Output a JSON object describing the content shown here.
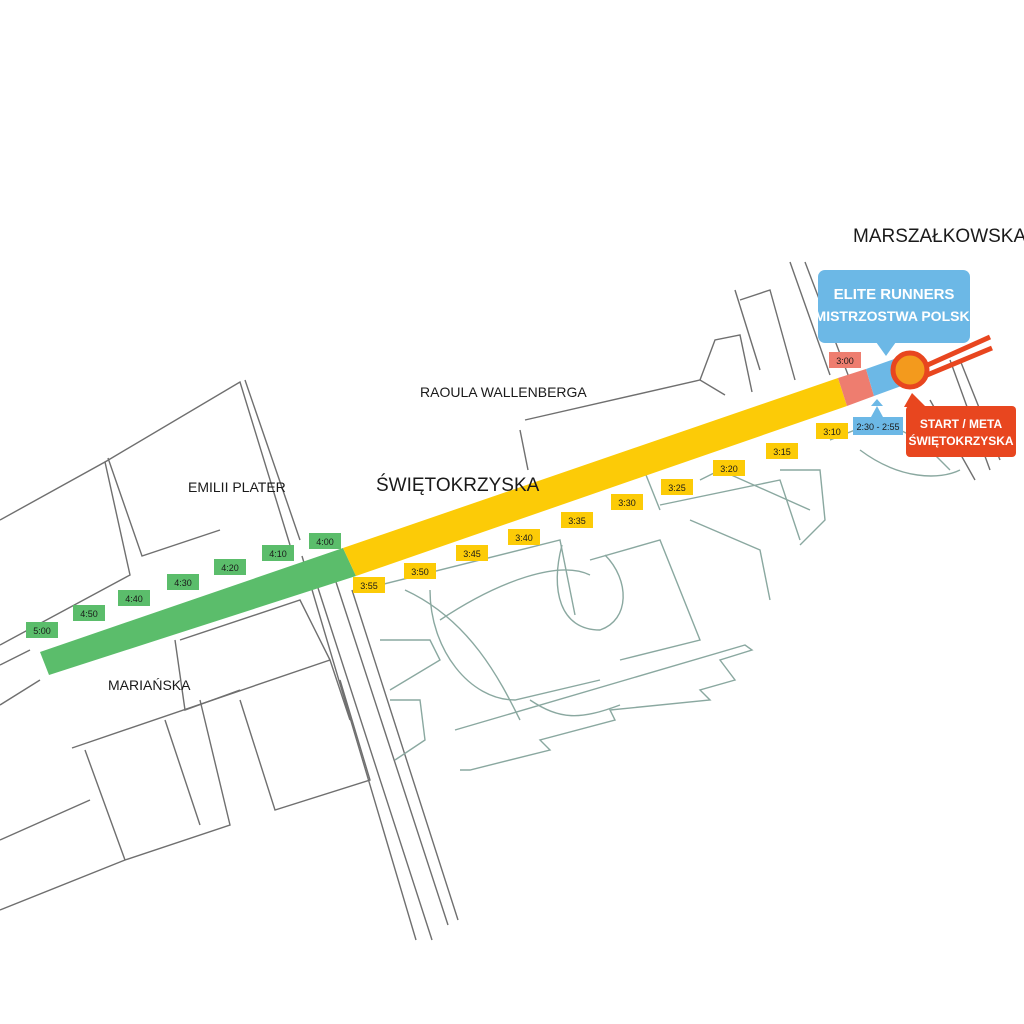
{
  "streets": {
    "marszalkowska": "MARSZAŁKOWSKA",
    "raoula_wallenberga": "RAOULA WALLENBERGA",
    "emilii_plater": "EMILII PLATER",
    "swietokrzyska": "ŚWIĘTOKRZYSKA",
    "marianska": "MARIAŃSKA"
  },
  "elite_callout": {
    "line1": "ELITE RUNNERS",
    "line2": "MISTRZOSTWA POLSKI",
    "color": "#6cb8e6"
  },
  "start_callout": {
    "line1": "START / META",
    "line2": "ŚWIĘTOKRZYSKA",
    "color": "#e8461f"
  },
  "zones": {
    "elite": {
      "label": "2:30 - 2:55",
      "color": "#6cb8e6"
    },
    "salmon": {
      "label": "3:00",
      "color": "#ee7d6f"
    },
    "yellow": {
      "color": "#fccb07"
    },
    "green": {
      "color": "#5bbd6b"
    }
  },
  "pace_tags": {
    "yellow": [
      "3:10",
      "3:15",
      "3:20",
      "3:25",
      "3:30",
      "3:35",
      "3:40",
      "3:45",
      "3:50",
      "3:55"
    ],
    "green": [
      "4:00",
      "4:10",
      "4:20",
      "4:30",
      "4:40",
      "4:50",
      "5:00"
    ]
  }
}
